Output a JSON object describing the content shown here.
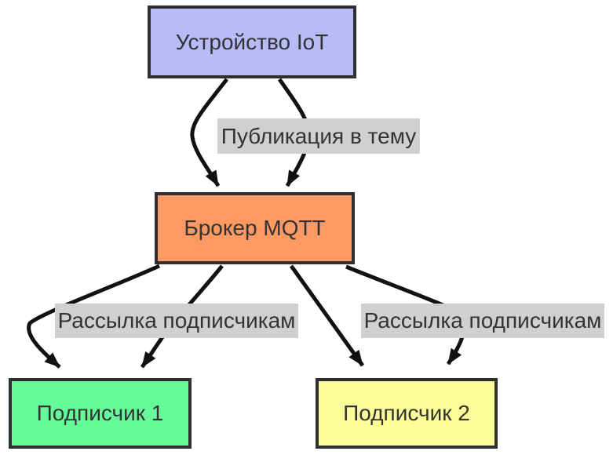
{
  "diagram": {
    "type": "flowchart",
    "topic": "MQTT publish/subscribe",
    "nodes": {
      "device": {
        "label": "Устройство IoT",
        "fill": "#b8bbf8"
      },
      "broker": {
        "label": "Брокер MQTT",
        "fill": "#fd9a63"
      },
      "subscriber1": {
        "label": "Подписчик 1",
        "fill": "#66fb99"
      },
      "subscriber2": {
        "label": "Подписчик 2",
        "fill": "#fcfc99"
      }
    },
    "edge_labels": {
      "publish": "Публикация в тему",
      "fanout_left": "Рассылка подписчикам",
      "fanout_right": "Рассылка подписчикам"
    },
    "edges": [
      {
        "from": "device",
        "to": "broker",
        "label": "Публикация в тему"
      },
      {
        "from": "device",
        "to": "broker",
        "label": "Публикация в тему"
      },
      {
        "from": "broker",
        "to": "subscriber1",
        "label": "Рассылка подписчикам"
      },
      {
        "from": "broker",
        "to": "subscriber1",
        "label": "Рассылка подписчикам"
      },
      {
        "from": "broker",
        "to": "subscriber2",
        "label": "Рассылка подписчикам"
      },
      {
        "from": "broker",
        "to": "subscriber2",
        "label": "Рассылка подписчикам"
      }
    ]
  },
  "colors": {
    "device_fill": "#b8bbf8",
    "broker_fill": "#fd9a63",
    "sub1_fill": "#66fb99",
    "sub2_fill": "#fcfc99",
    "label_bg": "#d0d0d0",
    "border": "#2f2f2f",
    "edge": "#111111",
    "text": "#333333",
    "background": "#ffffff"
  }
}
